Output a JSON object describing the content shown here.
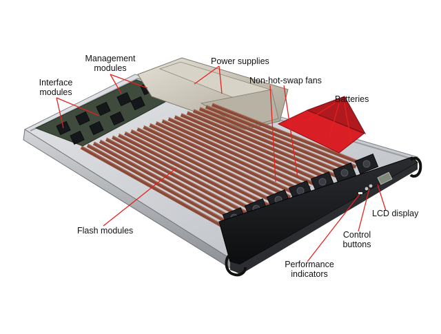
{
  "labels": {
    "management_modules": [
      "Management",
      "modules"
    ],
    "power_supplies": [
      "Power supplies"
    ],
    "interface_modules": [
      "Interface",
      "modules"
    ],
    "non_hot_swap_fans": [
      "Non-hot-swap fans"
    ],
    "batteries": [
      "Batteries"
    ],
    "flash_modules": [
      "Flash modules"
    ],
    "lcd_display": [
      "LCD display"
    ],
    "control_buttons": [
      "Control",
      "buttons"
    ],
    "performance_indicators": [
      "Performance",
      "indicators"
    ]
  },
  "colors": {
    "leader_line": "#e8201c",
    "chassis_body": "#d7d9dc",
    "chassis_edge": "#8c8f94",
    "flash_module": "#8a4a38",
    "fan_housing": "#1e2024",
    "front_panel": "#141517",
    "psu_cover": "#c9c4b8",
    "pcb": "#3c4a3a",
    "battery_red": "#d91f25",
    "label_text": "#111111"
  }
}
